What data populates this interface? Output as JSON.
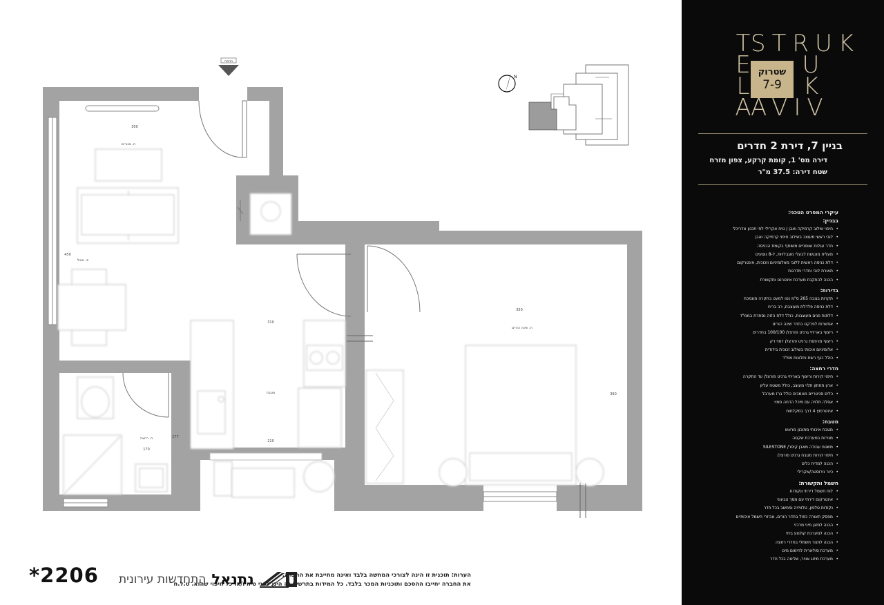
{
  "logo": {
    "letters_tel": [
      "T",
      "E",
      "L",
      "A"
    ],
    "top_row": "STRUK",
    "right_column": [
      "U",
      "K"
    ],
    "bottom_row": "AVIV",
    "badge_name": "שטרוק",
    "badge_number": "7-9"
  },
  "apartment": {
    "title": "בניין 7, דירת 2 חדרים",
    "line1": "דירה מס' 1, קומת קרקע, צפון מזרח",
    "line2": "שטח דירה: 37.5 מ\"ר"
  },
  "specs": {
    "heading": "עיקרי המפרט הטכני:",
    "sections": [
      {
        "title": "בבניין:",
        "items": [
          "חיפוי שילוב קרמיקה ואבן / טיח אקרילי לפי תכנון אדריכלי",
          "לובי ראשי מעוצב בשילוב חיפוי קרמיקה ואבן",
          "חדר עגלות ואופניים משותף בקומת הכניסה",
          "מעלית מונגשת לבעלי מוגבלויות, ל-8 נוסעים",
          "דלת כניסה ראשית ללובי מאלומיניום וזכוכית, אינטרקום",
          "תאורת לובי וחדרי מדרגות",
          "הכנה להתקנת מערכת אינטרנט ותקשורת"
        ]
      },
      {
        "title": "בדירות:",
        "items": [
          "תקרות בגובה 265 ס\"מ נטו למעט בתקרה מונמכת",
          "דלת כניסה פלדלת מעוצבת, רב בריח",
          "דלתות פנים מעוצבות, כולל דלת הזזה נסתרת בממ\"ד",
          "אפשרות לפרקט בחדר שינה הורים",
          "ריצוף באריחי גרניט פורצלן 100/100 בחדרים",
          "ריצוף מרפסת גרניט פורצלן דמוי דק",
          "אלומיניום איכותי בשילוב זכוכית בידודית",
          "כולל כנף רשת וחלונות ממ\"ד"
        ]
      },
      {
        "title": "חדרי רחצה:",
        "items": [
          "חיפוי קירות וריצוף באריחי גרניט פורצלן עד התקרה",
          "ארון תחתון תלוי מעוצב, כולל משטח עליון",
          "כלים סניטריים מונמכים כולל ברז מערבל",
          "אסלה תלויה עם מיכל הדחה סמוי",
          "אינטרפוץ 4 דרך במקלחות"
        ]
      },
      {
        "title": "מטבח:",
        "items": [
          "מטבח איכותי מתוכנן מראש",
          "מגירות במערכת שקטה",
          "משטח עבודה מאבן קיסר/ SILESTONE",
          "חיפוי קירות מטבח גרניט פורצלן",
          "הכנה למדיח כלים",
          "כיור נירוסטה/אקרילי"
        ]
      },
      {
        "title": "חשמל ותקשורת:",
        "items": [
          "לוח חשמל דירתי ונקודות",
          "אינטרקום דירתי עם מסך צבעוני",
          "נקודות טלפון, טלוויזיה ומחשב בכל חדר",
          "מפסק תאורה כפול בחדר הורים, אביזרי חשמל איכותיים",
          "הכנה למזגן מיני מרכזי",
          "הכנה למערכת קולנוע ביתי",
          "הכנה לתנור חשמלי בחדרי רחצה",
          "מערכת סולארית לחימום מים",
          "מערכת מיזוג אוויר, שליטה בכל חדר"
        ]
      }
    ]
  },
  "plan": {
    "entrance_label": "כניסה",
    "living_room": "ח. מגורים",
    "dining": "פ. אוכל",
    "bedroom": "ח. שינה הורים",
    "bathroom": "ח. רחצה",
    "kitchen": "מטבח",
    "dim_living_width": "300",
    "dim_living_depth": "450",
    "dim_kitchen": "310",
    "dim_kitchen_width": "210",
    "dim_bath_width": "170",
    "dim_bath_depth": "177",
    "dim_bedroom_width": "350",
    "dim_bedroom_depth": "390",
    "north_label": "N"
  },
  "footer": {
    "code": "*2206",
    "brand_name": "נתנאל",
    "brand_sub": "התחדשות עירונית",
    "notes_line1": "הערות: תוכנית זו הינה לצורכי המחשה בלבד ואינה מחייבת את החברה.",
    "notes_line2": "את החברה יחייבו ההסכם ותוכניות המכר בלבד. כל המידות בתרשים זה הינן לפני טיח ו/או כל חיפוי שהוא. ט.ל.ח"
  },
  "colors": {
    "panel_bg": "#0a0a0a",
    "logo_gold": "#cfc3a3",
    "wall_gray": "#a3a3a3"
  }
}
